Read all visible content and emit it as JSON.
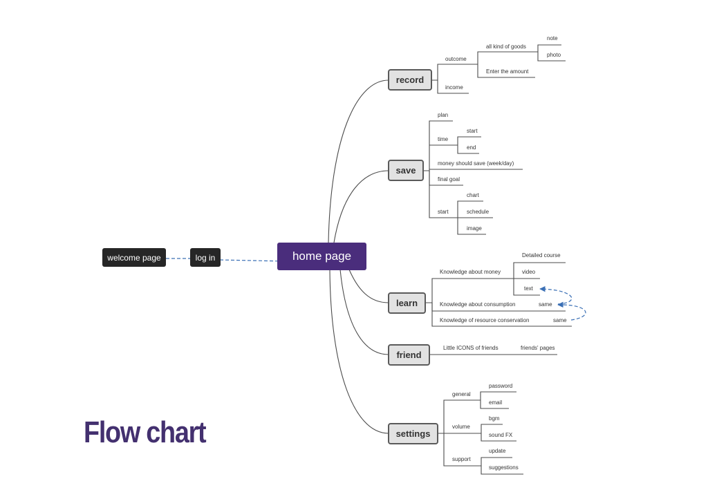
{
  "title": "Flow chart",
  "nodes": {
    "welcome": "welcome page",
    "login": "log in",
    "home": "home page",
    "record": "record",
    "save": "save",
    "learn": "learn",
    "friend": "friend",
    "settings": "settings"
  },
  "record": {
    "outcome": "outcome",
    "all_goods": "all kind of goods",
    "note": "note",
    "photo": "photo",
    "enter_amount": "Enter the amount",
    "income": "income"
  },
  "save": {
    "plan": "plan",
    "time": "time",
    "start": "start",
    "end": "end",
    "money_should_save": "money should save (week/day)",
    "final_goal": "final goal",
    "start2": "start",
    "chart": "chart",
    "schedule": "schedule",
    "image": "image"
  },
  "learn": {
    "money": "Knowledge about money",
    "detailed_course": "Detailed course",
    "video": "video",
    "text": "text",
    "consumption": "Knowledge about consumption",
    "same1": "same",
    "resource": "Knowledge of resource conservation",
    "same2": "same"
  },
  "friend": {
    "icons": "Little ICONS of friends",
    "pages": "friends' pages"
  },
  "settings": {
    "general": "general",
    "password": "password",
    "email": "email",
    "volume": "volume",
    "bgm": "bgm",
    "sound_fx": "sound FX",
    "support": "support",
    "update": "update",
    "suggestions": "suggestions"
  },
  "colors": {
    "home": "#4a2d7c",
    "dark_node": "#262626",
    "title": "#43306f",
    "dashed_link": "#3a6fb5",
    "line": "#4a4a4a"
  }
}
